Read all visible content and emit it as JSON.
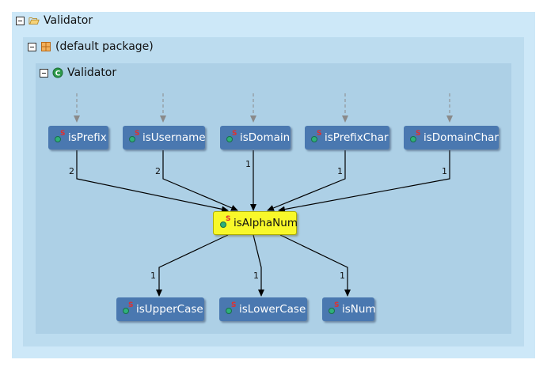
{
  "project": {
    "title": "Validator"
  },
  "package": {
    "title": "(default package)"
  },
  "class": {
    "title": "Validator"
  },
  "nodes": {
    "isPrefix": "isPrefix",
    "isUsername": "isUsername",
    "isDomain": "isDomain",
    "isPrefixChar": "isPrefixChar",
    "isDomainChar": "isDomainChar",
    "isAlphaNum": "isAlphaNum",
    "isUpperCase": "isUpperCase",
    "isLowerCase": "isLowerCase",
    "isNum": "isNum"
  },
  "edges": [
    {
      "from": "isPrefix",
      "to": "isAlphaNum",
      "label": "2"
    },
    {
      "from": "isUsername",
      "to": "isAlphaNum",
      "label": "2"
    },
    {
      "from": "isDomain",
      "to": "isAlphaNum",
      "label": "1"
    },
    {
      "from": "isPrefixChar",
      "to": "isAlphaNum",
      "label": "1"
    },
    {
      "from": "isDomainChar",
      "to": "isAlphaNum",
      "label": "1"
    },
    {
      "from": "isAlphaNum",
      "to": "isUpperCase",
      "label": "1"
    },
    {
      "from": "isAlphaNum",
      "to": "isLowerCase",
      "label": "1"
    },
    {
      "from": "isAlphaNum",
      "to": "isNum",
      "label": "1"
    }
  ],
  "colors": {
    "node": "#4a78b0",
    "focus_node": "#f8f82a",
    "method_icon": "#2fb07a",
    "static_marker": "#e03030"
  }
}
